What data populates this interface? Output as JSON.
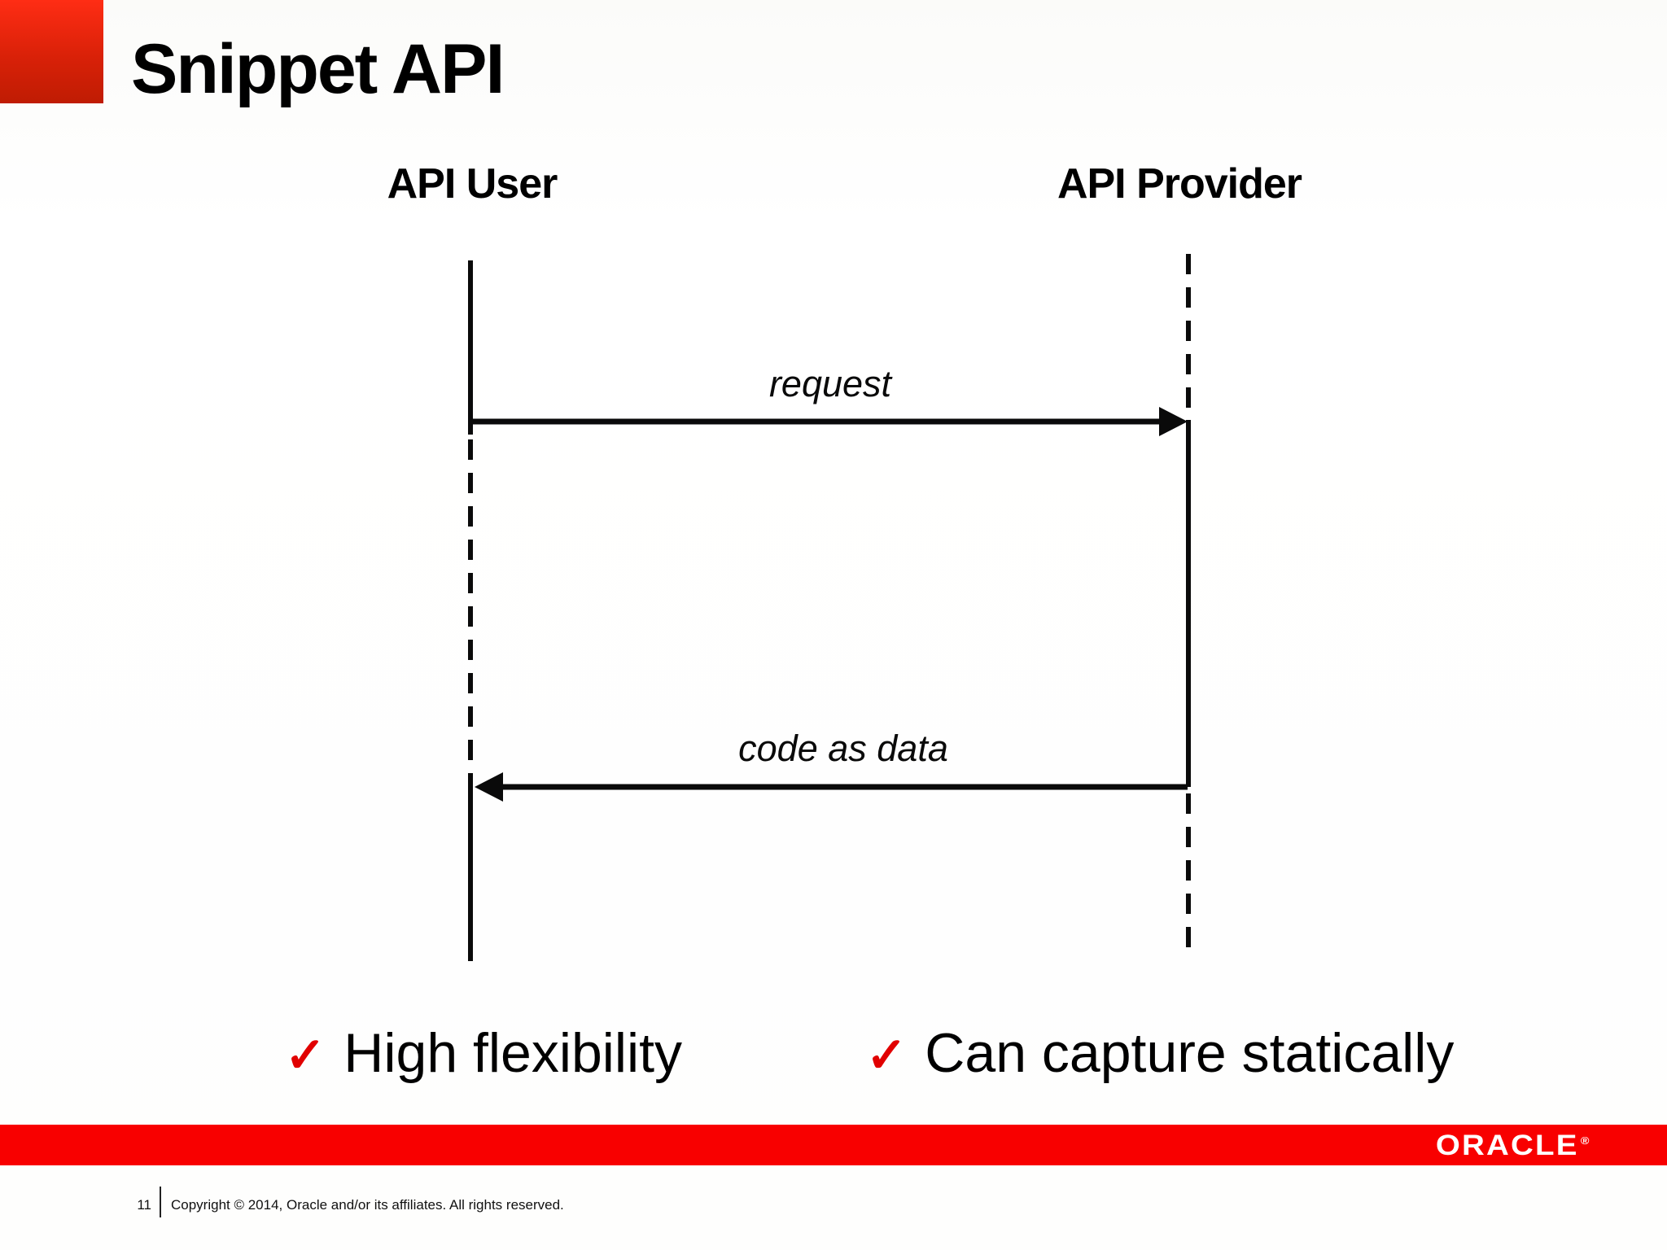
{
  "slide": {
    "title": "Snippet API",
    "footer": {
      "page_number": "11",
      "copyright": "Copyright © 2014, Oracle and/or its affiliates. All rights reserved."
    },
    "branding": {
      "logo_text": "ORACLE",
      "registered_mark": "®"
    }
  },
  "diagram": {
    "type": "sequence-diagram",
    "participants": [
      {
        "label": "API User"
      },
      {
        "label": "API Provider"
      }
    ],
    "messages": [
      {
        "label": "request",
        "direction": "right"
      },
      {
        "label": "code as data",
        "direction": "left"
      }
    ]
  },
  "checklist": {
    "check_glyph": "✓",
    "items": [
      {
        "label": "High flexibility"
      },
      {
        "label": "Can capture statically"
      }
    ]
  },
  "colors": {
    "banner_red": "#f80000",
    "accent_gradient_top": "#ff2d14",
    "accent_gradient_bottom": "#bf1c03",
    "check_red": "#e10000",
    "line_black": "#0a0a0a"
  }
}
